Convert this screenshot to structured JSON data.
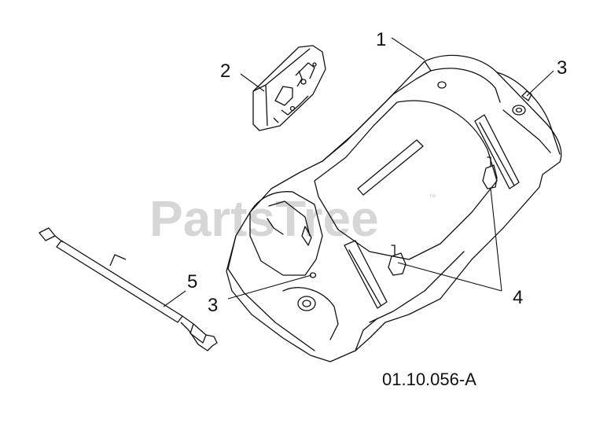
{
  "watermark": {
    "text": "PartsTree",
    "trademark": "™"
  },
  "callouts": {
    "c1": "1",
    "c2": "2",
    "c3a": "3",
    "c3b": "3",
    "c4": "4",
    "c5": "5"
  },
  "diagram_id": "01.10.056-A",
  "colors": {
    "line": "#111111",
    "watermark": "#d6d6d6",
    "background": "#ffffff"
  }
}
